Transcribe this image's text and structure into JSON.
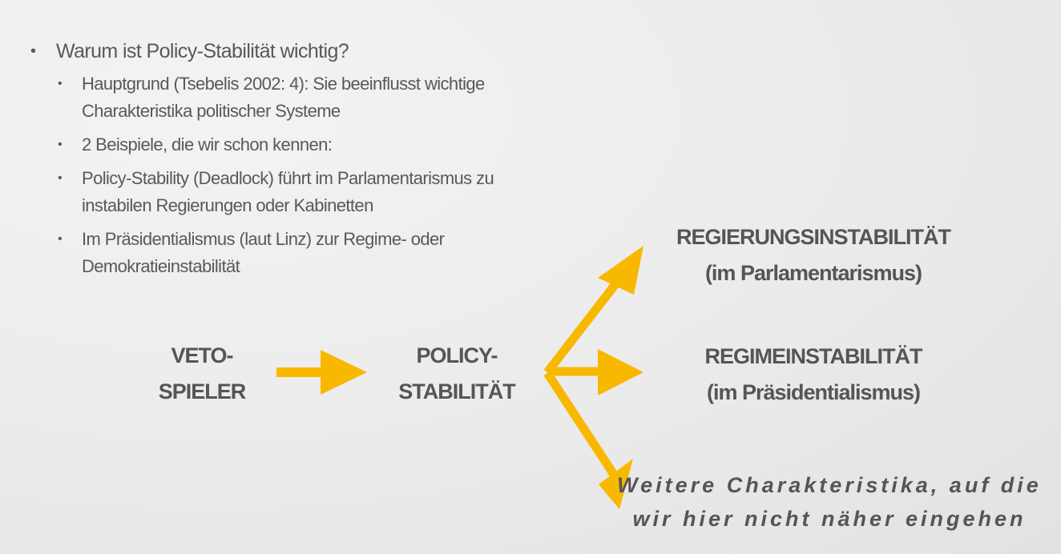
{
  "bullets": {
    "main": "Warum ist Policy-Stabilität wichtig?",
    "items": [
      "Hauptgrund (Tsebelis 2002: 4): Sie beeinflusst wichtige Charakteristika politischer Systeme",
      "2 Beispiele, die wir schon kennen:",
      "Policy-Stability (Deadlock) führt im Parlamentarismus zu instabilen Regierungen oder Kabinetten",
      "Im Präsidentialismus (laut Linz) zur Regime- oder Demokratieinstabilität"
    ]
  },
  "diagram": {
    "veto": [
      "VETO-",
      "SPIELER"
    ],
    "policy": [
      "POLICY-",
      "STABILITÄT"
    ],
    "outcome1": [
      "REGIERUNGSINSTABILITÄT",
      "(im Parlamentarismus)"
    ],
    "outcome2": [
      "REGIMEINSTABILITÄT",
      "(im Präsidentialismus)"
    ],
    "outcome3": [
      "Weitere Charakteristika, auf die",
      "wir hier nicht näher eingehen"
    ],
    "arrow_color": "#F8B800"
  }
}
